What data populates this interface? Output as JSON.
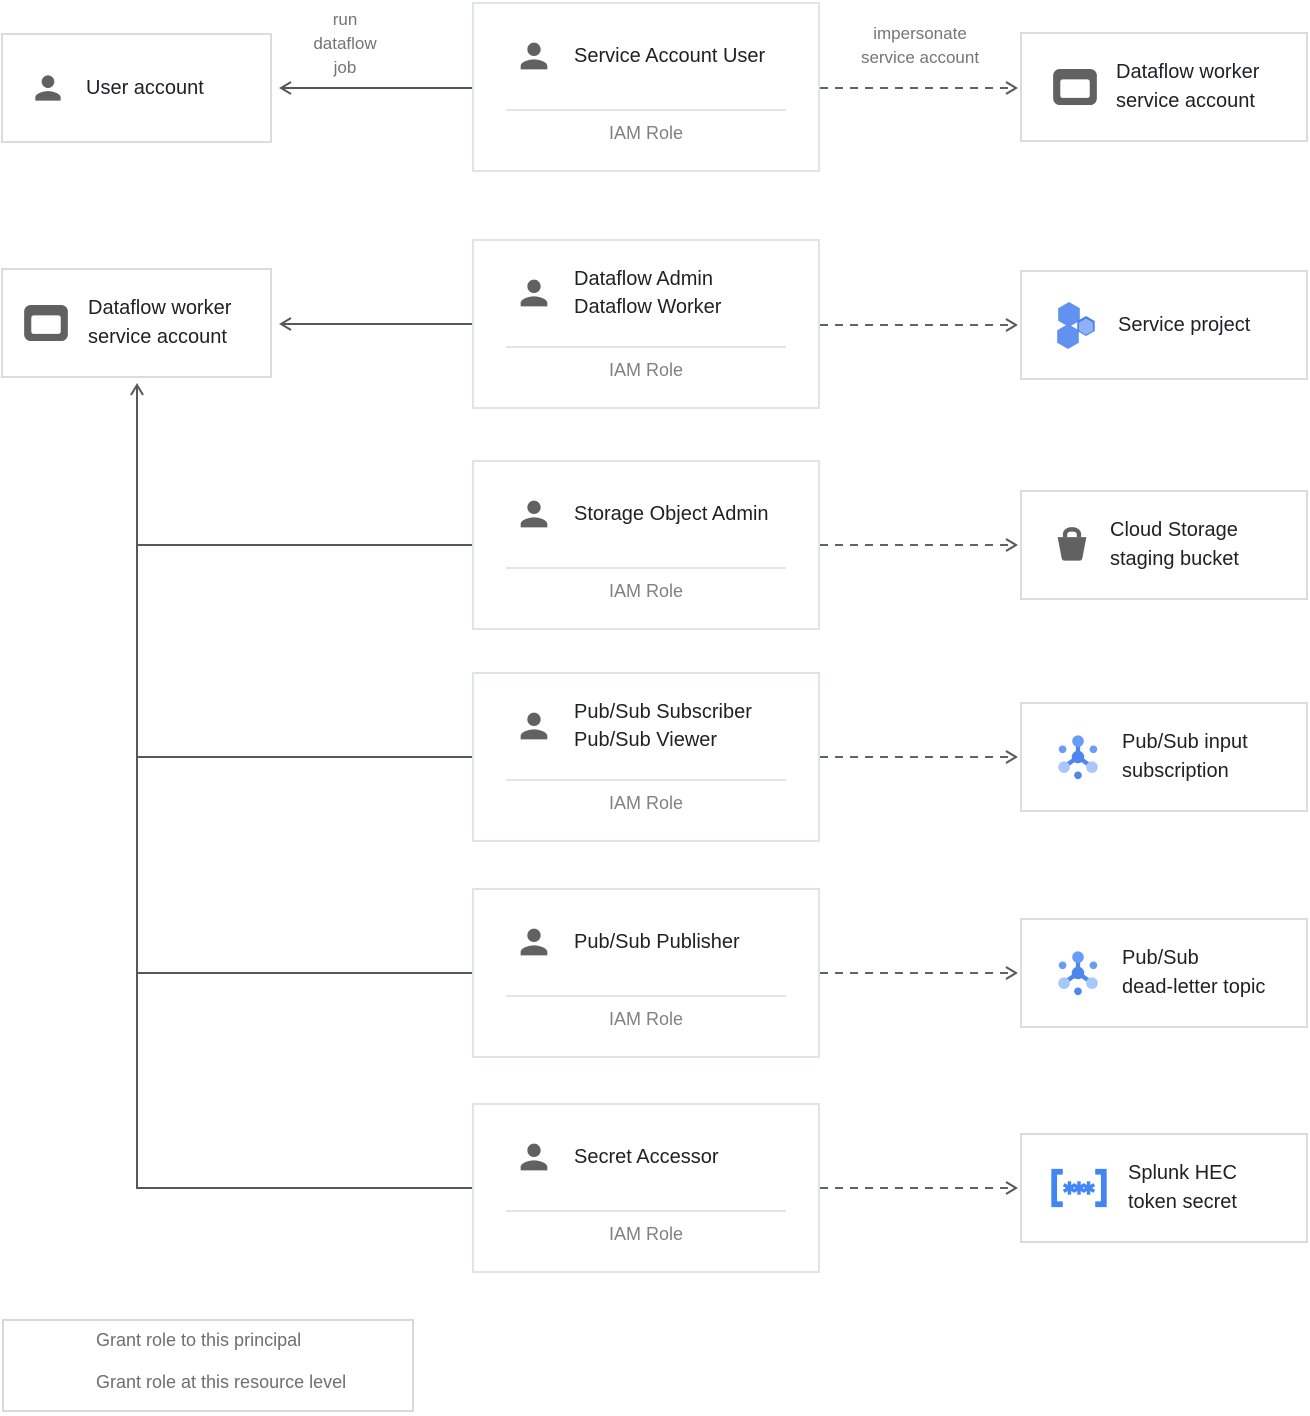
{
  "colors": {
    "accent_blue": "#4285f4",
    "mid_blue": "#669df6",
    "light_blue": "#a8c7fa",
    "icon_gray": "#616161",
    "line_gray": "#57585a",
    "box_border": "#dadce0",
    "title_text": "#202124",
    "muted_text": "#757575"
  },
  "edges": {
    "run_label": "run\ndataflow\njob",
    "impersonate_label": "impersonate\nservice account"
  },
  "legend": {
    "solid_label": "Grant role to this principal",
    "dashed_label": "Grant role at this resource level"
  },
  "entities": {
    "user_account": {
      "icon": "person-icon",
      "line1": "User account",
      "line2": ""
    },
    "dataflow_worker_sa_top": {
      "icon": "service-account-icon",
      "line1": "Dataflow worker",
      "line2": "service account"
    },
    "dataflow_worker_sa_left": {
      "icon": "service-account-icon",
      "line1": "Dataflow worker",
      "line2": "service account"
    },
    "service_project": {
      "icon": "project-hexagons-icon",
      "line1": "Service project",
      "line2": ""
    },
    "storage_bucket": {
      "icon": "storage-bucket-icon",
      "line1": "Cloud Storage",
      "line2": "staging bucket"
    },
    "pubsub_input": {
      "icon": "pubsub-icon",
      "line1": "Pub/Sub input",
      "line2": "subscription"
    },
    "pubsub_deadletter": {
      "icon": "pubsub-icon",
      "line1": "Pub/Sub",
      "line2": "dead-letter topic"
    },
    "splunk_secret": {
      "icon": "secret-token-icon",
      "line1": "Splunk HEC",
      "line2": "token secret"
    }
  },
  "roles": [
    {
      "line1": "Service Account User",
      "line2": "",
      "sub": "IAM Role"
    },
    {
      "line1": "Dataflow Admin",
      "line2": "Dataflow Worker",
      "sub": "IAM Role"
    },
    {
      "line1": "Storage Object Admin",
      "line2": "",
      "sub": "IAM Role"
    },
    {
      "line1": "Pub/Sub Subscriber",
      "line2": "Pub/Sub Viewer",
      "sub": "IAM Role"
    },
    {
      "line1": "Pub/Sub Publisher",
      "line2": "",
      "sub": "IAM Role"
    },
    {
      "line1": "Secret Accessor",
      "line2": "",
      "sub": "IAM Role"
    }
  ]
}
